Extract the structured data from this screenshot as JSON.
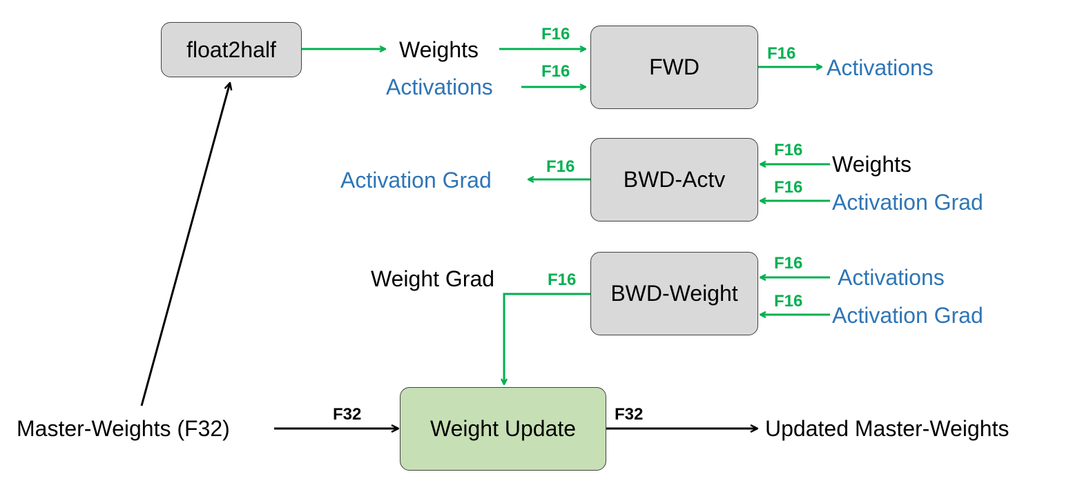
{
  "colors": {
    "box_gray": "#d9d9d9",
    "box_green": "#c6dfb4",
    "arrow_green": "#00b050",
    "arrow_black": "#000000",
    "text_blue": "#2e75b6"
  },
  "boxes": {
    "float2half": "float2half",
    "fwd": "FWD",
    "bwd_actv": "BWD-Actv",
    "bwd_weight": "BWD-Weight",
    "weight_update": "Weight Update"
  },
  "labels": {
    "weights_fwd": "Weights",
    "activations_fwd_in": "Activations",
    "activations_fwd_out": "Activations",
    "activation_grad_out": "Activation Grad",
    "weights_bwd": "Weights",
    "activation_grad_bwd_in": "Activation Grad",
    "weight_grad": "Weight Grad",
    "activations_bwdw_in": "Activations",
    "activation_grad_bwdw_in": "Activation Grad",
    "master_weights": "Master-Weights (F32)",
    "updated_master_weights": "Updated Master-Weights"
  },
  "precision_tags": {
    "f16": "F16",
    "f32": "F32"
  }
}
